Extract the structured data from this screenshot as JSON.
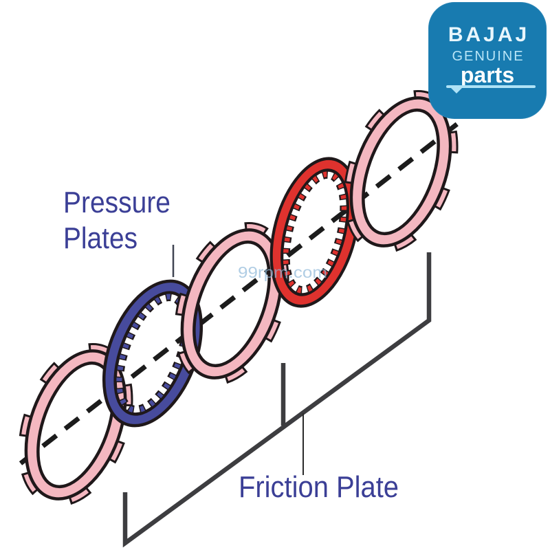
{
  "logo": {
    "brand": "BAJAJ",
    "subtitle": "GENUINE",
    "word": "parts",
    "bg_color": "#187bb0",
    "text_color": "#e8f6fd",
    "accent_color": "#aee2f6"
  },
  "labels": {
    "pressure_line1": "Pressure",
    "pressure_line2": "Plates",
    "friction": "Friction Plate",
    "color": "#3b3f96"
  },
  "watermark": {
    "text": "99rpm.com",
    "color": "#8fb9d9"
  },
  "diagram": {
    "axis_line_style": "dashed",
    "axis_color": "#1c1c1c",
    "outline_color": "#1f181a",
    "bracket_color": "#3d3d40",
    "plates": [
      {
        "name": "friction-plate-1",
        "kind": "friction plate (tabbed ring)",
        "color": "#f4b7c0"
      },
      {
        "name": "pressure-plate-blue",
        "kind": "pressure plate (toothed ring)",
        "color": "#474b9d"
      },
      {
        "name": "friction-plate-2",
        "kind": "friction plate (tabbed ring)",
        "color": "#f4b7c0"
      },
      {
        "name": "pressure-plate-red",
        "kind": "pressure plate (toothed ring)",
        "color": "#df322e"
      },
      {
        "name": "friction-plate-3",
        "kind": "friction plate (tabbed ring)",
        "color": "#f4b7c0"
      }
    ]
  }
}
